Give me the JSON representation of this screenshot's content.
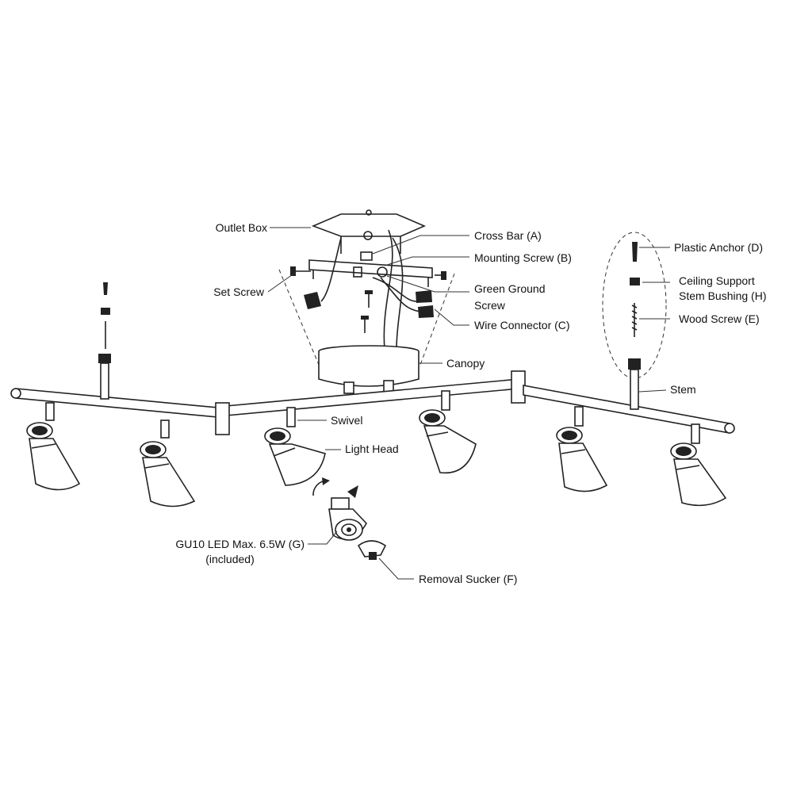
{
  "labels": {
    "outlet_box": "Outlet Box",
    "cross_bar": "Cross Bar (A)",
    "mounting_screw": "Mounting Screw (B)",
    "set_screw": "Set Screw",
    "green_ground_line1": "Green Ground",
    "green_ground_line2": "Screw",
    "wire_connector": "Wire Connector (C)",
    "canopy": "Canopy",
    "plastic_anchor": "Plastic Anchor (D)",
    "ceiling_support_line1": "Ceiling Support",
    "ceiling_support_line2": "Stem Bushing (H)",
    "wood_screw": "Wood Screw (E)",
    "stem": "Stem",
    "swivel": "Swivel",
    "light_head": "Light Head",
    "bulb_line1": "GU10 LED Max. 6.5W (G)",
    "bulb_line2": "(included)",
    "removal_sucker": "Removal Sucker (F)"
  },
  "colors": {
    "line": "#222222",
    "background": "#ffffff"
  }
}
